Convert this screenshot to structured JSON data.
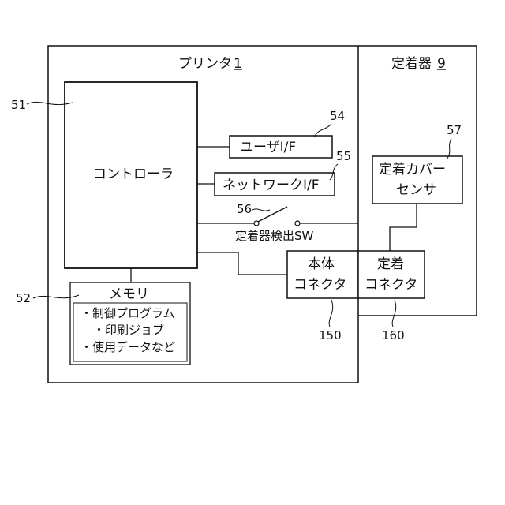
{
  "printer": {
    "label": "プリンタ",
    "number": "1"
  },
  "fuser": {
    "label": "定着器",
    "number": "9"
  },
  "controller": {
    "label": "コントローラ",
    "ref": "51"
  },
  "memory": {
    "label": "メモリ",
    "ref": "52",
    "items": [
      "・制御プログラム",
      "・印刷ジョブ",
      "・使用データなど"
    ]
  },
  "user_if": {
    "label": "ユーザI/F",
    "ref": "54"
  },
  "network_if": {
    "label": "ネットワークI/F",
    "ref": "55"
  },
  "switch": {
    "label": "定着器検出SW",
    "ref": "56"
  },
  "cover_sensor": {
    "line1": "定着カバー",
    "line2": "センサ",
    "ref": "57"
  },
  "body_connector": {
    "line1": "本体",
    "line2": "コネクタ",
    "ref": "150"
  },
  "fuser_connector": {
    "line1": "定着",
    "line2": "コネクタ",
    "ref": "160"
  }
}
